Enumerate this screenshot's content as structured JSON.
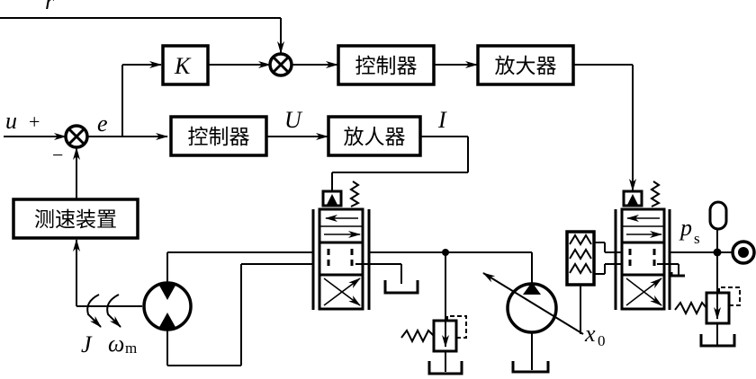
{
  "diagram": {
    "title": "电液伺服速度控制系统原理图",
    "signals": {
      "r": "r",
      "u": "u",
      "plus": "+",
      "minus": "−",
      "e": "e",
      "U": "U",
      "I": "I",
      "J": "J",
      "omega": "ω",
      "omega_sub": "m",
      "ps": "p",
      "ps_sub": "s",
      "x0": "x",
      "x0_sub": "0"
    },
    "blocks": {
      "gain": "K",
      "controller_top": "控制器",
      "amplifier_top": "放大器",
      "controller_main": "控制器",
      "amplifier_main": "放人器",
      "speed_sensor": "测速装置"
    },
    "components": [
      "summing-junction-main",
      "summing-junction-top",
      "servo-valve-main",
      "servo-valve-pump",
      "hydraulic-motor",
      "variable-pump",
      "relief-valve-left",
      "relief-valve-right",
      "accumulator",
      "pressure-source",
      "displacement-cylinder",
      "tanks"
    ]
  }
}
